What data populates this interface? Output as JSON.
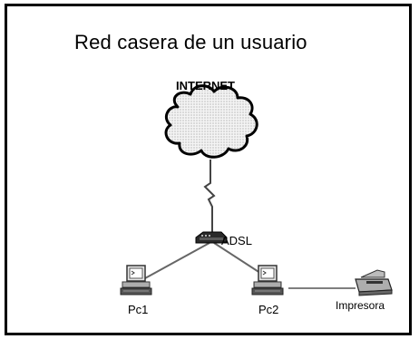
{
  "title": "Red casera de un usuario",
  "nodes": {
    "internet": "INTERNET",
    "modem": "ADSL",
    "pc1": "Pc1",
    "pc2": "Pc2",
    "printer": "Impresora"
  },
  "icons": {
    "internet": "cloud-icon",
    "modem": "adsl-modem-icon",
    "pc": "computer-icon",
    "printer": "printer-icon"
  },
  "edges": [
    {
      "from": "internet",
      "to": "modem",
      "kind": "wan-lightning"
    },
    {
      "from": "modem",
      "to": "pc1",
      "kind": "lan"
    },
    {
      "from": "modem",
      "to": "pc2",
      "kind": "lan"
    },
    {
      "from": "pc2",
      "to": "printer",
      "kind": "cable"
    }
  ]
}
